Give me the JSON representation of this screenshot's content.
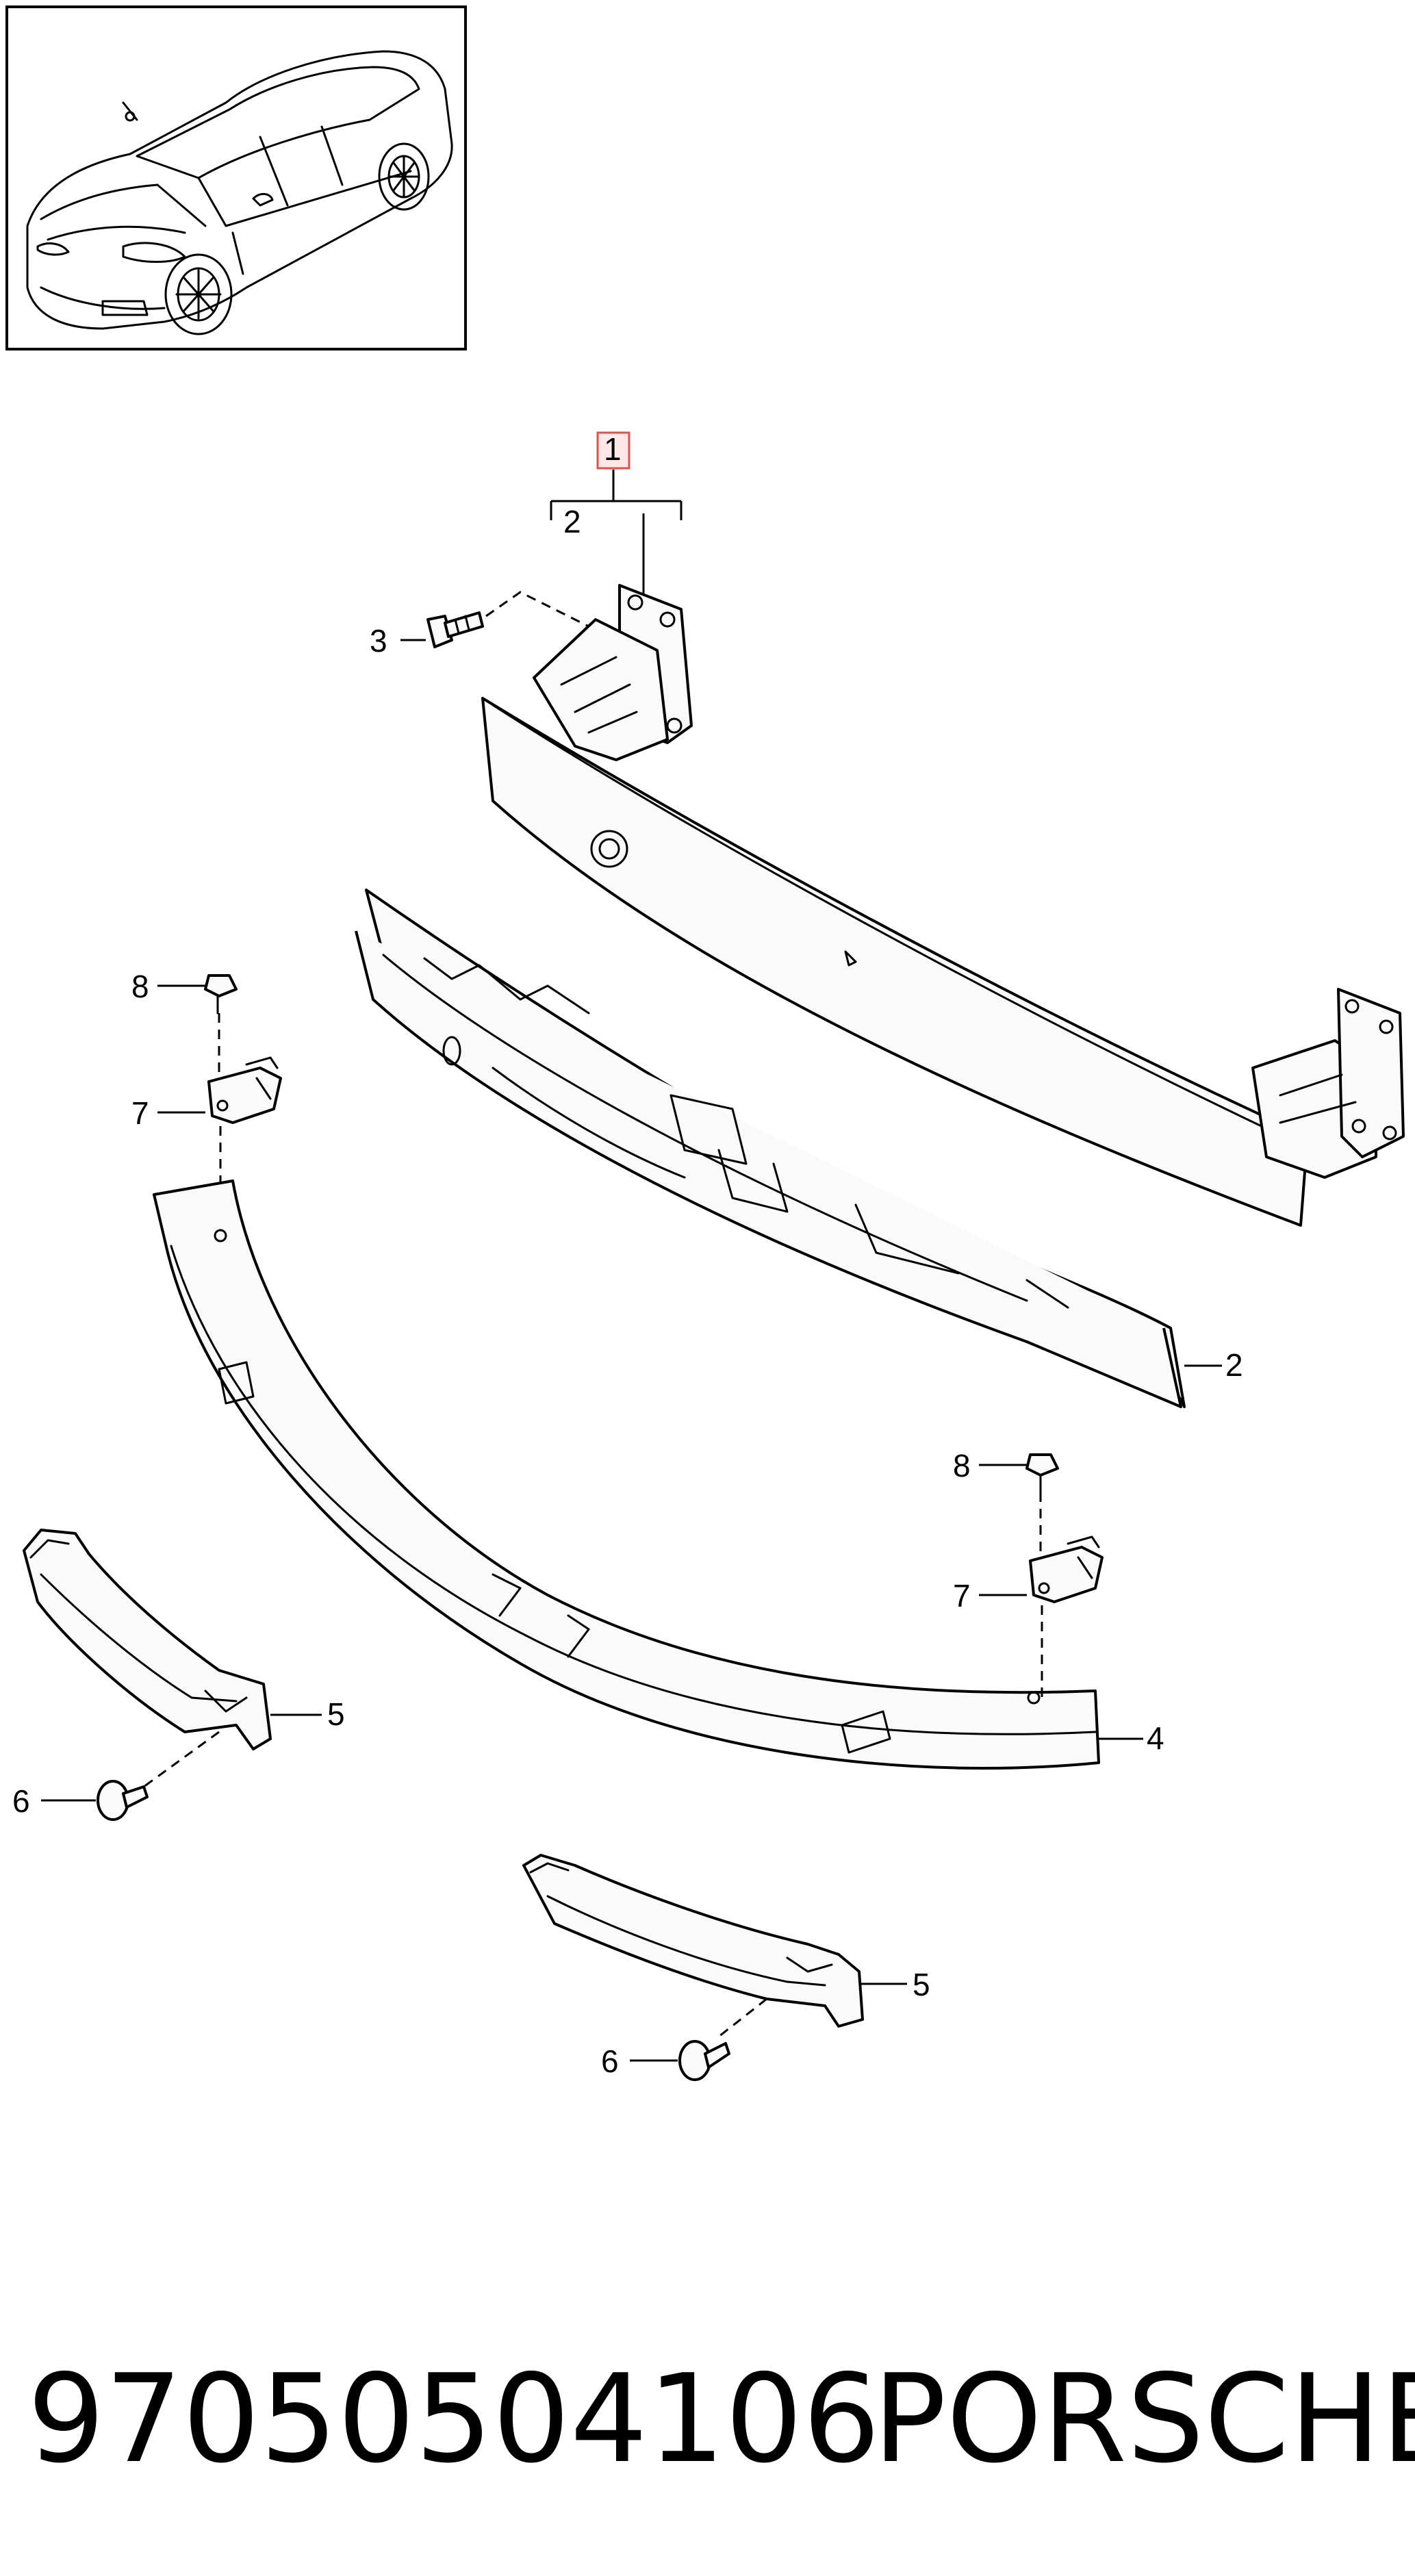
{
  "callouts": {
    "c1": "1",
    "c2_top": "2",
    "c3": "3",
    "c2": "2",
    "c8_left": "8",
    "c7_left": "7",
    "c8_right": "8",
    "c7_right": "7",
    "c5_left": "5",
    "c6_left": "6",
    "c4": "4",
    "c5_right": "5",
    "c6_right": "6"
  },
  "footer": {
    "part_number": "97050504106",
    "brand": "PORSCHE"
  },
  "colors": {
    "line": "#000000",
    "highlight_box": "#d9534f",
    "background": "#ffffff"
  }
}
